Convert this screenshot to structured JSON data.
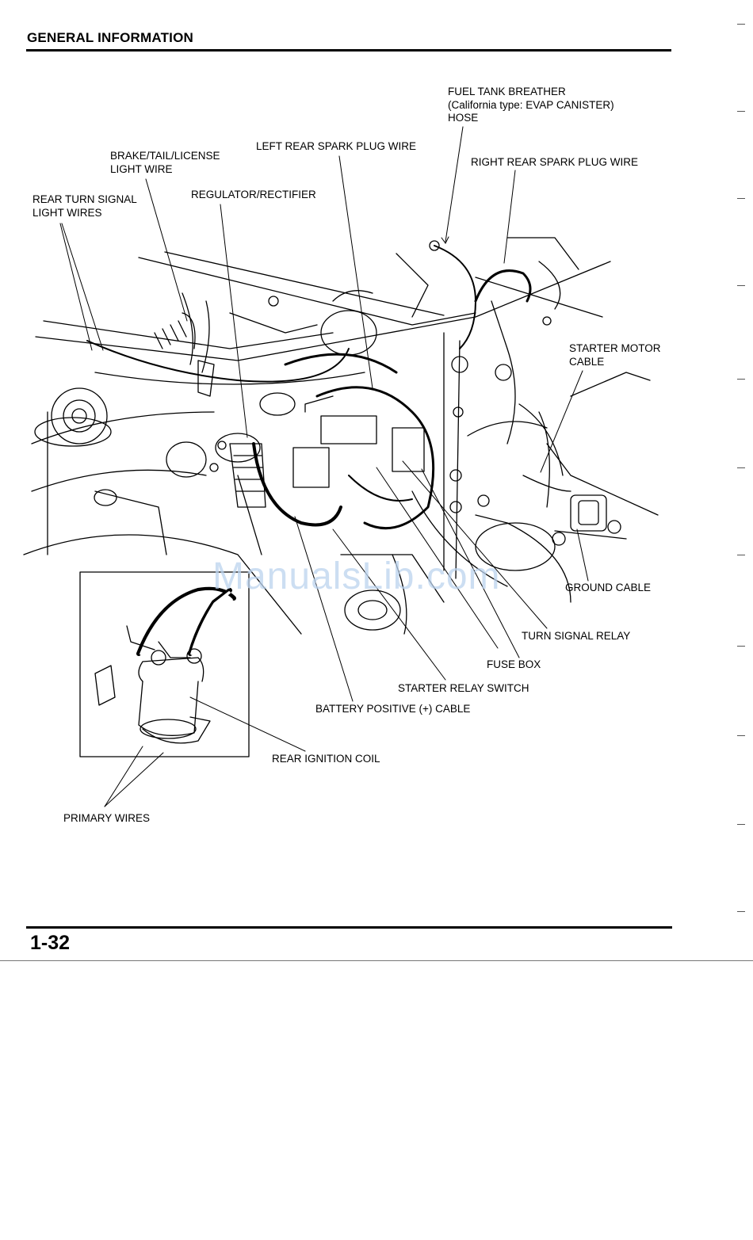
{
  "header": {
    "title": "GENERAL INFORMATION"
  },
  "footer": {
    "page_number": "1-32"
  },
  "watermark": "ManualsLib.com",
  "labels": {
    "fuel_tank_breather": [
      "FUEL TANK BREATHER",
      "(California type: EVAP CANISTER)",
      "HOSE"
    ],
    "left_rear_spark_plug_wire": [
      "LEFT REAR SPARK PLUG WIRE"
    ],
    "right_rear_spark_plug_wire": [
      "RIGHT REAR SPARK PLUG WIRE"
    ],
    "brake_tail_license": [
      "BRAKE/TAIL/LICENSE",
      "LIGHT WIRE"
    ],
    "regulator_rectifier": [
      "REGULATOR/RECTIFIER"
    ],
    "rear_turn_signal": [
      "REAR TURN SIGNAL",
      "LIGHT WIRES"
    ],
    "starter_motor_cable": [
      "STARTER MOTOR",
      "CABLE"
    ],
    "ground_cable": [
      "GROUND CABLE"
    ],
    "turn_signal_relay": [
      "TURN SIGNAL RELAY"
    ],
    "fuse_box": [
      "FUSE BOX"
    ],
    "starter_relay_switch": [
      "STARTER RELAY SWITCH"
    ],
    "battery_positive_cable": [
      "BATTERY POSITIVE (+) CABLE"
    ],
    "rear_ignition_coil": [
      "REAR IGNITION COIL"
    ],
    "primary_wires": [
      "PRIMARY WIRES"
    ]
  }
}
